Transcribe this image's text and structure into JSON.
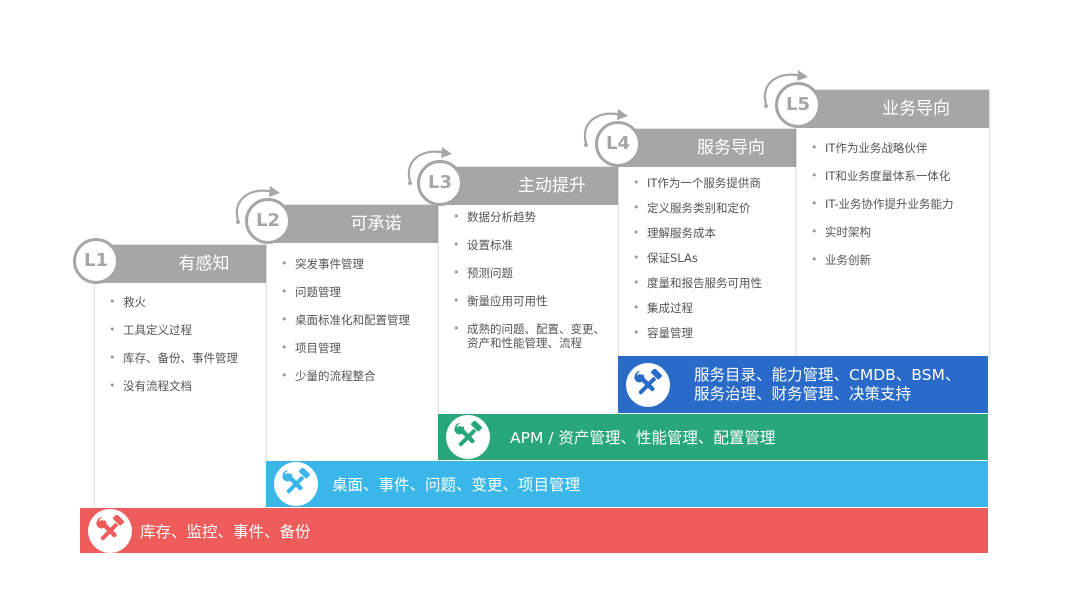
{
  "levels": [
    {
      "badge": "L1",
      "title": "有感知",
      "items": [
        "救火",
        "工具定义过程",
        "库存、备份、事件管理",
        "没有流程文档"
      ]
    },
    {
      "badge": "L2",
      "title": "可承诺",
      "items": [
        "突发事件管理",
        "问题管理",
        "桌面标准化和配置管理",
        "项目管理",
        "少量的流程整合"
      ]
    },
    {
      "badge": "L3",
      "title": "主动提升",
      "items": [
        "数据分析趋势",
        "设置标准",
        "预测问题",
        "衡量应用可用性",
        "成熟的问题、配置、变更、资产和性能管理、流程"
      ]
    },
    {
      "badge": "L4",
      "title": "服务导向",
      "items": [
        "IT作为一个服务提供商",
        "定义服务类别和定价",
        "理解服务成本",
        "保证SLAs",
        "度量和报告服务可用性",
        "集成过程",
        "容量管理"
      ]
    },
    {
      "badge": "L5",
      "title": "业务导向",
      "items": [
        "IT作为业务战略伙伴",
        "IT和业务度量体系一体化",
        "IT-业务协作提升业务能力",
        "实时架构",
        "业务创新"
      ]
    }
  ],
  "tool_bars": [
    {
      "lines": [
        "库存、监控、事件、备份"
      ],
      "color": "#ee5d5b"
    },
    {
      "lines": [
        "桌面、事件、问题、变更、项目管理"
      ],
      "color": "#3bb6e8"
    },
    {
      "lines": [
        "APM / 资产管理、性能管理、配置管理"
      ],
      "color": "#27a77a"
    },
    {
      "lines": [
        "服务目录、能力管理、CMDB、BSM、",
        "服务治理、财务管理、决策支持"
      ],
      "color": "#2a6bc9"
    }
  ],
  "colors": {
    "header_gray": "#a6a6a6",
    "badge_gray": "#a6a6a6"
  },
  "icons": {
    "tool_icon": "wrench-hammer-icon",
    "arc_icon": "curved-arrow-icon"
  }
}
